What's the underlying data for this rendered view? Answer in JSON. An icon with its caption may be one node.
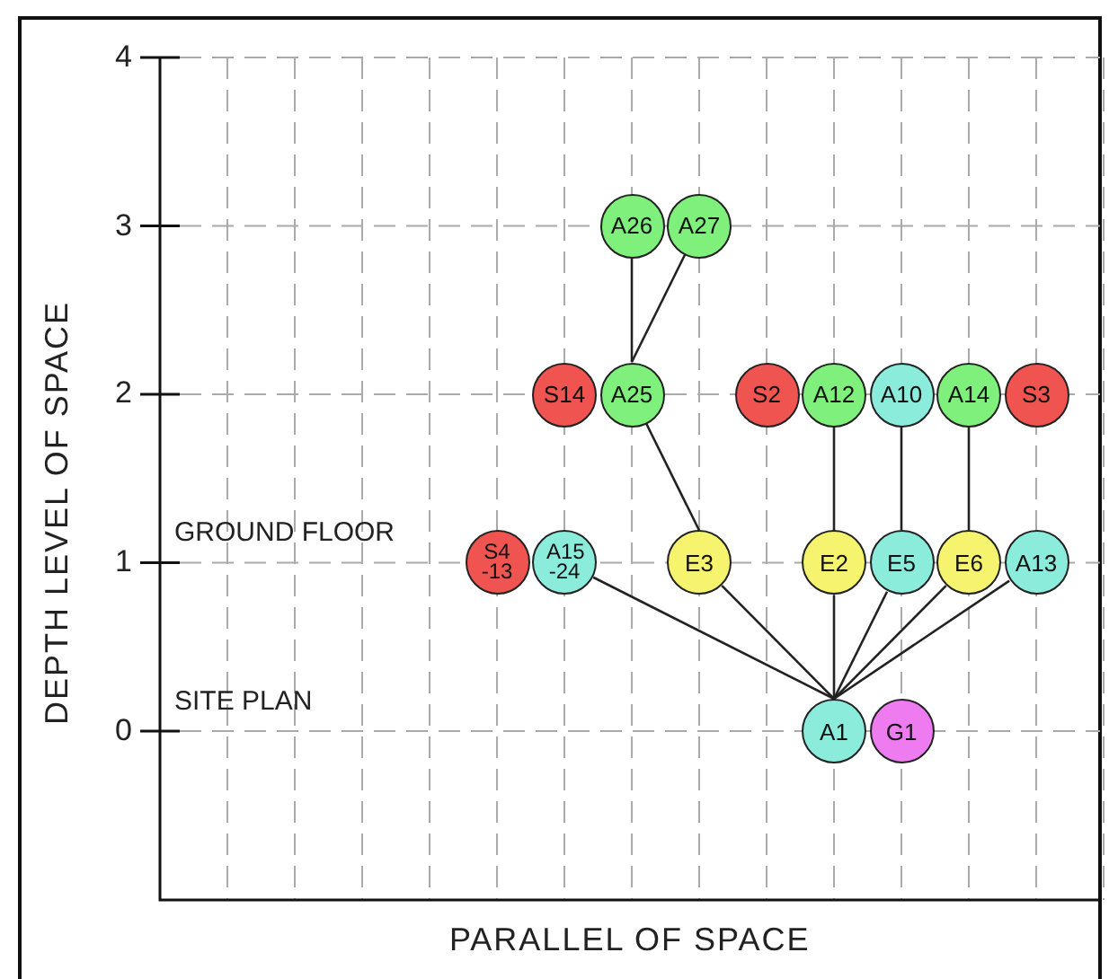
{
  "diagram": {
    "nodes": [
      {
        "text": [
          "A26"
        ]
      },
      {
        "text": [
          "A27"
        ]
      },
      {
        "text": [
          "S14"
        ]
      },
      {
        "text": [
          "A25"
        ]
      },
      {
        "text": [
          "S2"
        ]
      },
      {
        "text": [
          "A12"
        ]
      },
      {
        "text": [
          "A10"
        ]
      },
      {
        "text": [
          "A14"
        ]
      },
      {
        "text": [
          "S3"
        ]
      },
      {
        "text": [
          "S4 -13"
        ]
      },
      {
        "text": [
          "A15 -24"
        ]
      },
      {
        "text": [
          "E3"
        ]
      },
      {
        "text": [
          "E2"
        ]
      },
      {
        "text": [
          "E5"
        ]
      },
      {
        "text": [
          "E6"
        ]
      },
      {
        "text": [
          "A13"
        ]
      },
      {
        "text": [
          "A1"
        ]
      },
      {
        "text": [
          "G1"
        ]
      }
    ],
    "edges": [
      {
        "from": 3,
        "to": 0,
        "arrow": "none"
      },
      {
        "from": 3,
        "to": 1,
        "arrow": "none"
      },
      {
        "from": 3,
        "to": 11,
        "arrow": "none"
      },
      {
        "from": 5,
        "to": 12,
        "arrow": "none"
      },
      {
        "from": 6,
        "to": 13,
        "arrow": "none"
      },
      {
        "from": 7,
        "to": 14,
        "arrow": "none"
      },
      {
        "from": 10,
        "to": 16,
        "arrow": "none"
      },
      {
        "from": 11,
        "to": 16,
        "arrow": "none"
      },
      {
        "from": 12,
        "to": 16,
        "arrow": "none"
      },
      {
        "from": 13,
        "to": 16,
        "arrow": "none"
      },
      {
        "from": 14,
        "to": 16,
        "arrow": "none"
      },
      {
        "from": 15,
        "to": 16,
        "arrow": "none"
      }
    ],
    "labels": [
      "4",
      "3",
      "2",
      "1",
      "0",
      "GROUND FLOOR",
      "SITE PLAN",
      "DEPTH LEVEL OF SPACE",
      "PARALLEL OF SPACE"
    ]
  }
}
